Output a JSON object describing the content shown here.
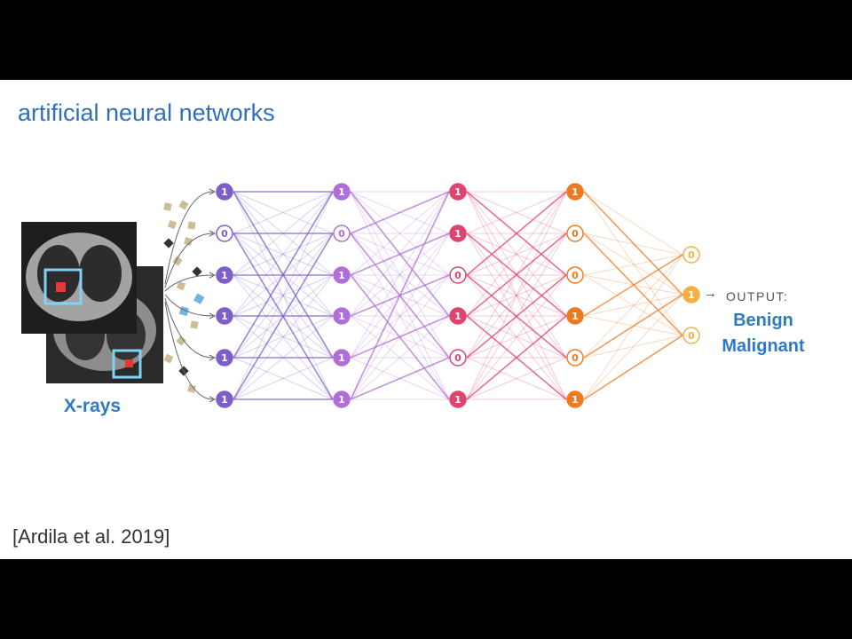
{
  "title": "artificial neural networks",
  "citation": "[Ardila et al. 2019]",
  "input_label": "X-rays",
  "output_label": "OUTPUT:",
  "classes": [
    "Benign",
    "Malignant"
  ],
  "icons": {
    "arrow": "→"
  },
  "layer_colors": [
    "#7c5fc9",
    "#b06fd6",
    "#e0436b",
    "#ee7a1f",
    "#f3b144"
  ],
  "layers": [
    [
      "1",
      "0",
      "1",
      "1",
      "1",
      "1"
    ],
    [
      "1",
      "0",
      "1",
      "1",
      "1",
      "1"
    ],
    [
      "1",
      "1",
      "0",
      "1",
      "0",
      "1"
    ],
    [
      "1",
      "0",
      "0",
      "1",
      "0",
      "1"
    ],
    [
      "0",
      "1",
      "0"
    ]
  ]
}
